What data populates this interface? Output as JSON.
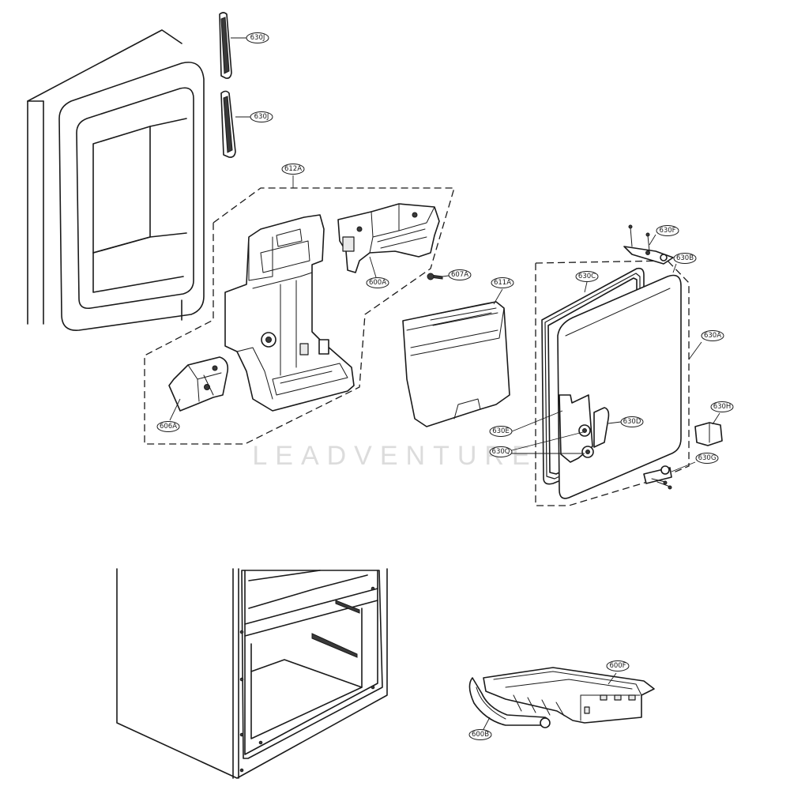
{
  "diagram": {
    "watermark": "LEADVENTURE",
    "callouts": [
      {
        "id": "c-630J-a",
        "label": "630J"
      },
      {
        "id": "c-630J-b",
        "label": "630J"
      },
      {
        "id": "c-612A",
        "label": "612A"
      },
      {
        "id": "c-600A",
        "label": "600A"
      },
      {
        "id": "c-607A",
        "label": "607A"
      },
      {
        "id": "c-611A",
        "label": "611A"
      },
      {
        "id": "c-606A",
        "label": "606A"
      },
      {
        "id": "c-630F",
        "label": "630F"
      },
      {
        "id": "c-630B",
        "label": "630B"
      },
      {
        "id": "c-630C",
        "label": "630C"
      },
      {
        "id": "c-630A",
        "label": "630A"
      },
      {
        "id": "c-630H",
        "label": "630H"
      },
      {
        "id": "c-630D",
        "label": "630D"
      },
      {
        "id": "c-630E",
        "label": "630E"
      },
      {
        "id": "c-630Q",
        "label": "630Q"
      },
      {
        "id": "c-630G",
        "label": "630G"
      },
      {
        "id": "c-600F",
        "label": "600F"
      },
      {
        "id": "c-600B",
        "label": "600B"
      }
    ]
  }
}
